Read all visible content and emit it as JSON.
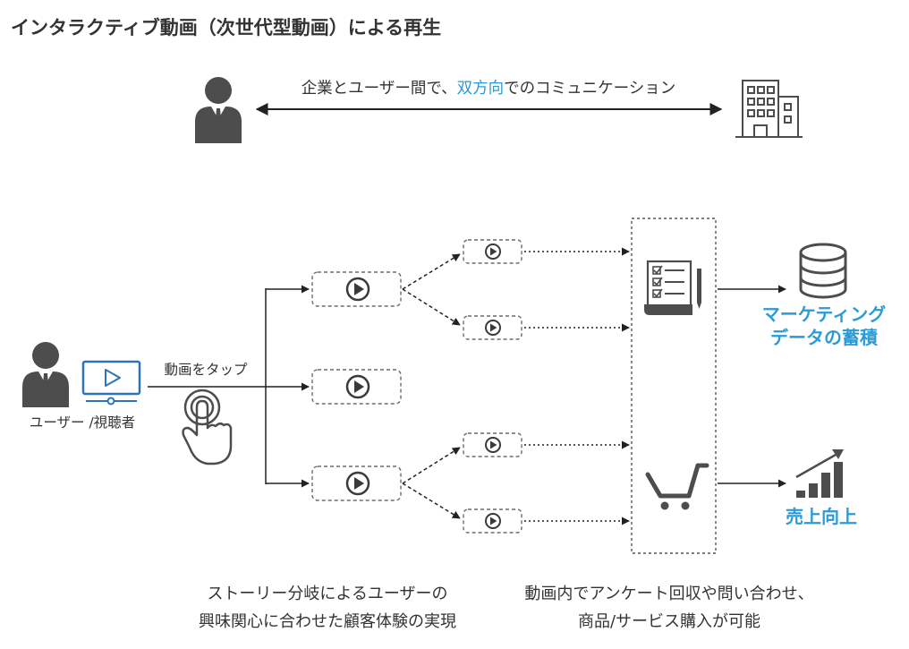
{
  "title": "インタラクティブ動画（次世代型動画）による再生",
  "communication": {
    "before": "企業とユーザー間で、",
    "highlight": "双方向",
    "after": "でのコミュニケーション"
  },
  "viewer_label": "ユーザー /視聴者",
  "tap_label": "動画をタップ",
  "outcomes": {
    "marketing": [
      "マーケティング",
      "データの蓄積"
    ],
    "sales": "売上向上"
  },
  "captions": {
    "branching": [
      "ストーリー分岐によるユーザーの",
      "興味関心に合わせた顧客体験の実現"
    ],
    "in_video_actions": [
      "動画内でアンケート回収や問い合わせ、",
      "商品/サービス購入が可能"
    ]
  },
  "colors": {
    "text": "#333333",
    "accent": "#2a9bd6",
    "monitor": "#2e73b8",
    "icon": "#4d4d4d"
  },
  "icons": [
    "person-icon",
    "building-icon",
    "monitor-play-icon",
    "tap-hand-icon",
    "play-icon",
    "survey-clipboard-icon",
    "shopping-cart-icon",
    "database-icon",
    "sales-chart-icon"
  ]
}
